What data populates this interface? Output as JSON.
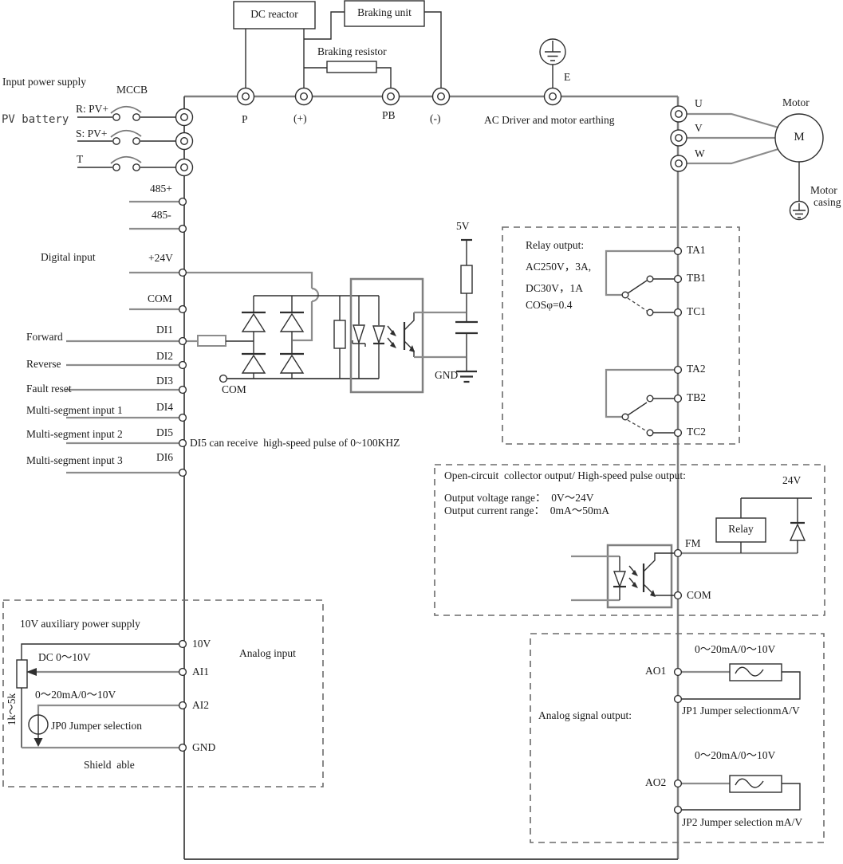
{
  "colors": {
    "bus_gray": "#7f7f7f",
    "wire_gray": "#8c8c8c",
    "line_dark": "#2f2f2f",
    "text": "#1a1a1a"
  },
  "power_input": {
    "title": "Input power supply",
    "source": "PV battery",
    "breaker": "MCCB",
    "phase_r": "R: PV+",
    "phase_s": "S: PV+",
    "phase_t": "T"
  },
  "dc_bus": {
    "dc_reactor": "DC reactor",
    "braking_unit": "Braking unit",
    "braking_resistor": "Braking resistor",
    "p": "P",
    "plus": "(+)",
    "pb": "PB",
    "minus": "(-)",
    "e": "E",
    "earthing_note": "AC Driver and motor earthing"
  },
  "motor": {
    "u": "U",
    "v": "V",
    "w": "W",
    "label": "Motor",
    "m": "M",
    "casing_line1": "Motor",
    "casing_line2": "casing"
  },
  "comm": {
    "rs485_plus": "485+",
    "rs485_minus": "485-"
  },
  "digital": {
    "section": "Digital input",
    "v24": "+24V",
    "com": "COM",
    "rows": [
      {
        "func": "Forward",
        "pin": "DI1"
      },
      {
        "func": "Reverse",
        "pin": "DI2"
      },
      {
        "func": "Fault reset",
        "pin": "DI3"
      },
      {
        "func": "Multi-segment input 1",
        "pin": "DI4"
      },
      {
        "func": "Multi-segment input 2",
        "pin": "DI5"
      },
      {
        "func": "Multi-segment input 3",
        "pin": "DI6"
      }
    ],
    "di5_note": "DI5 can receive  high-speed pulse of 0~100KHZ",
    "circuit_com": "COM",
    "v5": "5V",
    "gnd": "GND"
  },
  "relay_output": {
    "title": "Relay output:",
    "spec1": "AC250V，3A,",
    "spec2": "DC30V，1A",
    "spec3": "COSφ=0.4",
    "terminals": [
      "TA1",
      "TB1",
      "TC1",
      "TA2",
      "TB2",
      "TC2"
    ]
  },
  "collector_output": {
    "title": "Open-circuit  collector output/ High-speed pulse output:",
    "voltage_range": "Output voltage range：  0V～24V",
    "current_range": "Output current range：  0mA～50mA",
    "v24": "24V",
    "relay": "Relay",
    "fm": "FM",
    "com": "COM"
  },
  "analog_input": {
    "title": "10V auxiliary power supply",
    "section": "Analog input",
    "v10": "10V",
    "ai1": "AI1",
    "ai2": "AI2",
    "gnd": "GND",
    "ai1_range": "DC 0～10V",
    "ai2_range": "0～20mA/0～10V",
    "jumper": "JP0 Jumper selection",
    "shield": "Shield  able",
    "pot": "1k～5k"
  },
  "analog_output": {
    "title": "Analog signal output:",
    "ao1": "AO1",
    "ao1_range": "0～20mA/0～10V",
    "jp1": "JP1 Jumper selectionmA/V",
    "ao2": "AO2",
    "ao2_range": "0～20mA/0～10V",
    "jp2": "JP2 Jumper selection mA/V"
  }
}
